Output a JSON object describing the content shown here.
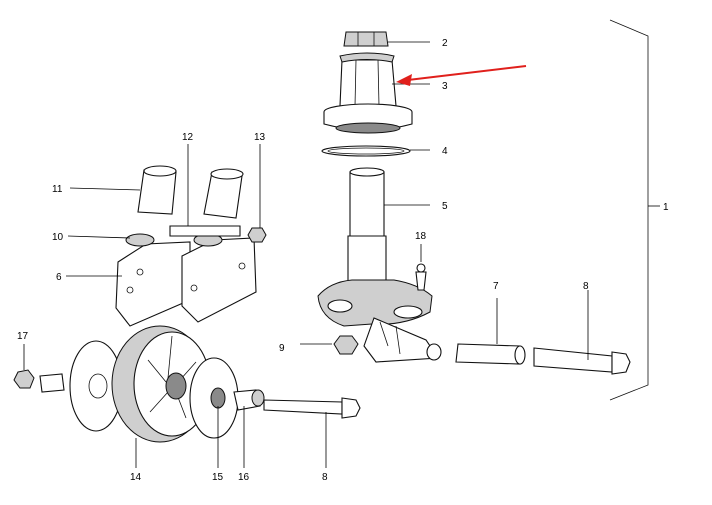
{
  "diagram": {
    "callouts": {
      "c1": "1",
      "c2": "2",
      "c3": "3",
      "c4": "4",
      "c5": "5",
      "c6": "6",
      "c7": "7",
      "c8a": "8",
      "c8b": "8",
      "c9": "9",
      "c10": "10",
      "c11": "11",
      "c12": "12",
      "c13": "13",
      "c14": "14",
      "c15": "15",
      "c16": "16",
      "c17": "17",
      "c18": "18"
    },
    "colors": {
      "line": "#111111",
      "shade": "#cfcfcf",
      "arrow": "#e0201c"
    }
  }
}
